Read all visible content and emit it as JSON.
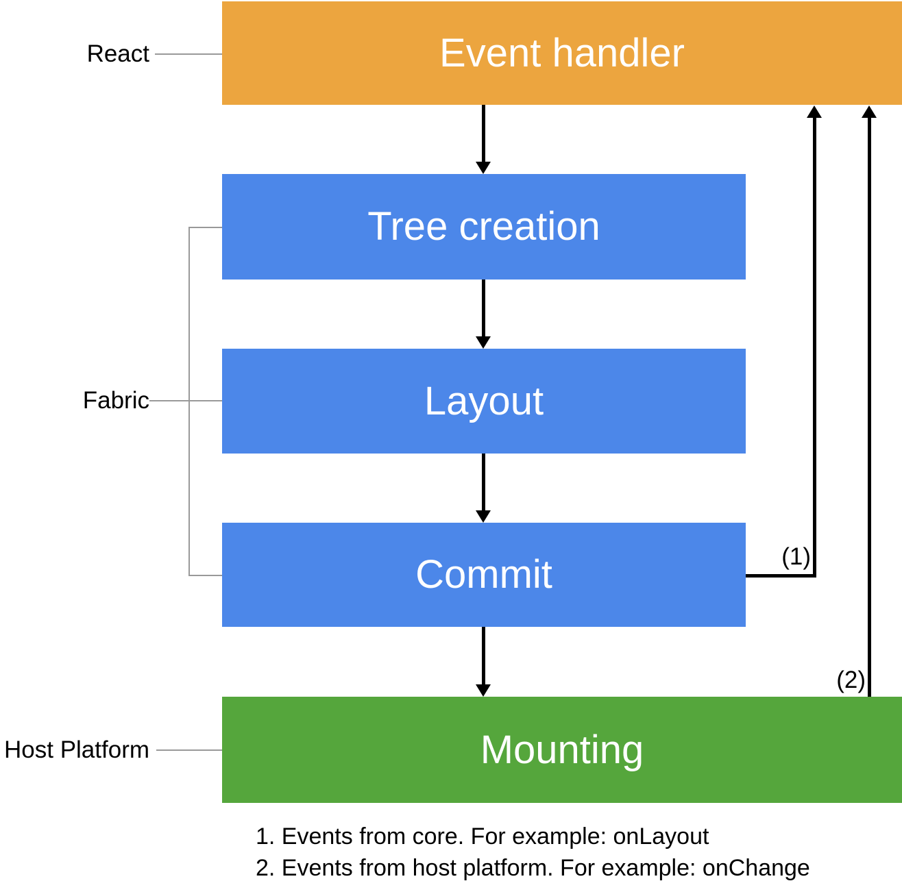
{
  "colors": {
    "react_layer": "#ECA53F",
    "fabric_layer": "#4C87E9",
    "host_platform_layer": "#55A63C",
    "connector_gray": "#999999",
    "arrow_black": "#000000",
    "box_text": "#ffffff",
    "label_text": "#000000"
  },
  "stages": {
    "event_handler": {
      "label": "Event handler"
    },
    "tree_creation": {
      "label": "Tree creation"
    },
    "layout": {
      "label": "Layout"
    },
    "commit": {
      "label": "Commit"
    },
    "mounting": {
      "label": "Mounting"
    }
  },
  "layers": {
    "react": {
      "label": "React"
    },
    "fabric": {
      "label": "Fabric"
    },
    "host_platform": {
      "label": "Host Platform"
    }
  },
  "callouts": {
    "c1": {
      "label": "(1)"
    },
    "c2": {
      "label": "(2)"
    }
  },
  "footnotes": {
    "line1": "1. Events from core. For example: onLayout",
    "line2": "2. Events from host platform. For example: onChange"
  }
}
